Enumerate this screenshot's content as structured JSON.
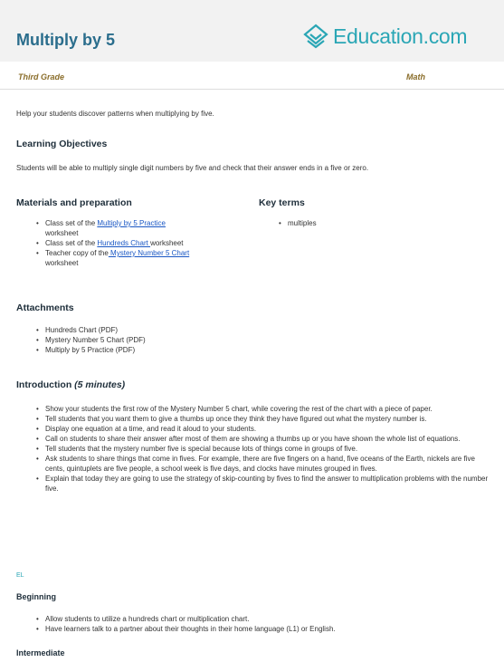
{
  "header": {
    "title": "Multiply by 5",
    "logo_text": "Education.com",
    "grade": "Third Grade",
    "subject": "Math"
  },
  "intro_text": "Help your students discover patterns when multiplying by five.",
  "learning_objectives": {
    "heading": "Learning Objectives",
    "text": "Students will be able to multiply single digit numbers by five and check that their answer ends in a five or zero."
  },
  "materials": {
    "heading": "Materials and preparation",
    "items": [
      {
        "before": "Class set of the ",
        "link": "Multiply by 5 Practice",
        "after": " worksheet"
      },
      {
        "before": "Class set of the ",
        "link": "Hundreds Chart ",
        "after": "worksheet"
      },
      {
        "before": "Teacher copy of the",
        "link": " Mystery Number 5 Chart",
        "after": " worksheet"
      }
    ]
  },
  "key_terms": {
    "heading": "Key terms",
    "items": [
      "multiples"
    ]
  },
  "attachments": {
    "heading": "Attachments",
    "items": [
      "Hundreds Chart (PDF)",
      "Mystery Number 5 Chart (PDF)",
      "Multiply by 5 Practice (PDF)"
    ]
  },
  "introduction": {
    "heading": "Introduction",
    "duration": "(5 minutes)",
    "items": [
      "Show your students the first row of the Mystery Number 5 chart, while covering the rest of the chart with a piece of paper.",
      "Tell students that you want them to give a thumbs up once they think they have figured out what the mystery number is.",
      "Display one equation at a time, and read it aloud to your students.",
      "Call on students to share their answer after most of them are showing a thumbs up or you have shown the whole list of equations.",
      "Tell students that the mystery number five is special because lots of things come in groups of five.",
      "Ask students to share things that come in fives. For example, there are five fingers on a hand, five oceans of the Earth, nickels are five cents, quintuplets are five people, a school week is five days, and clocks have minutes grouped in fives.",
      "Explain that today they are going to use the strategy of skip-counting by fives to find the answer to multiplication problems with the number five."
    ]
  },
  "el_label": "EL",
  "beginning": {
    "heading": "Beginning",
    "items": [
      "Allow students to utilize a hundreds chart or multiplication chart.",
      "Have learners talk to a partner about their thoughts in their home language (L1) or English."
    ]
  },
  "intermediate": {
    "heading": "Intermediate"
  }
}
